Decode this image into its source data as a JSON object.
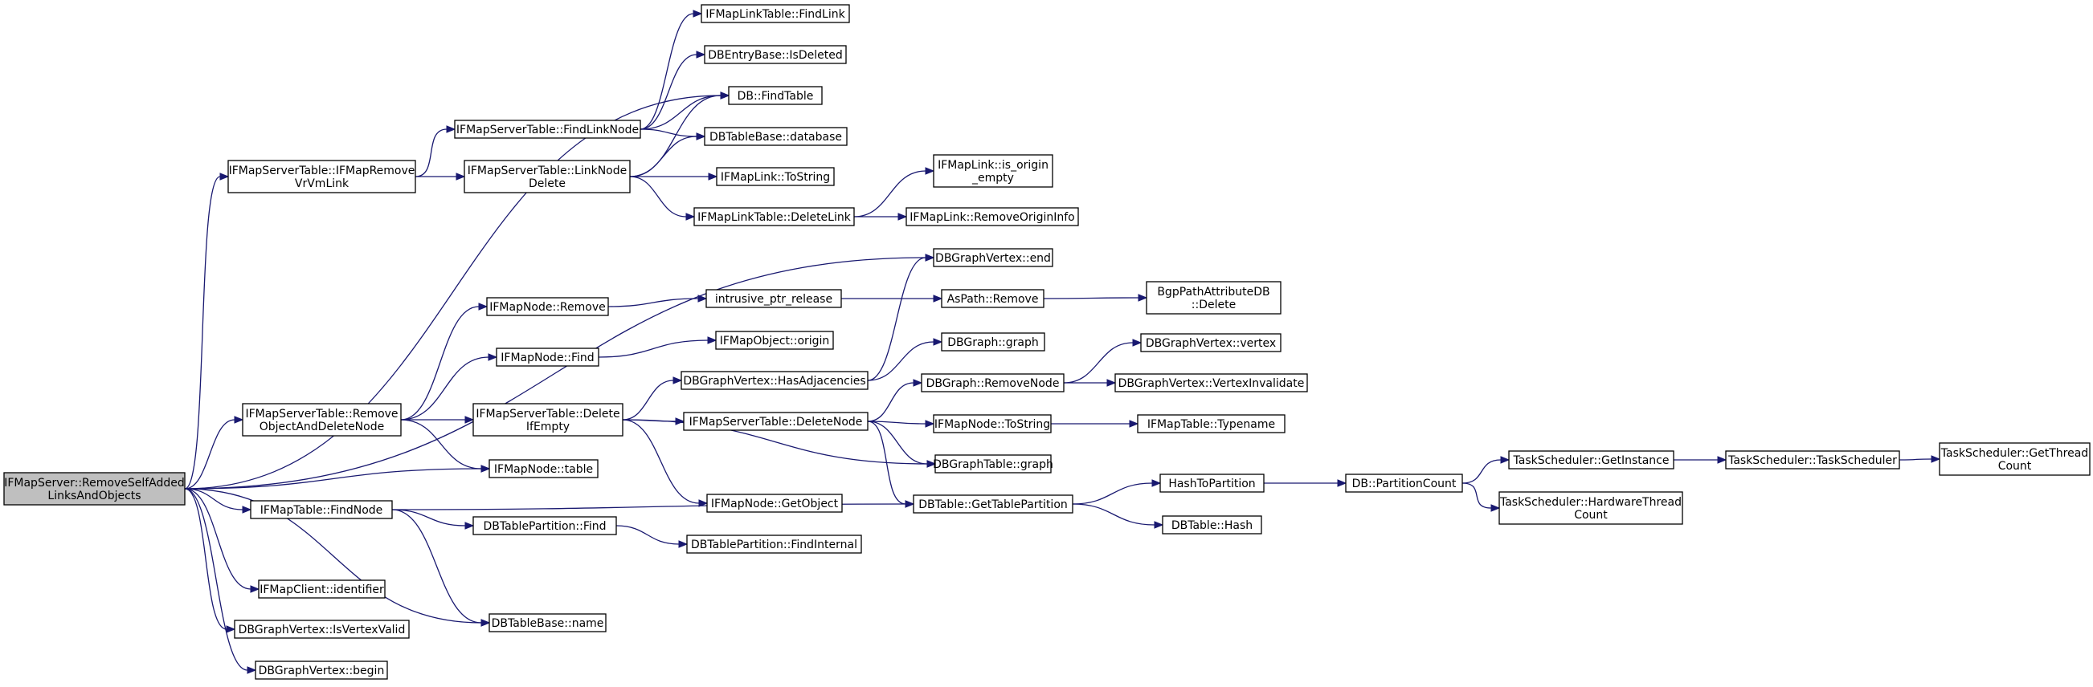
{
  "nodes": [
    {
      "id": "root",
      "lines": [
        "IFMapServer::RemoveSelfAdded",
        "LinksAndObjects"
      ],
      "root": true
    },
    {
      "id": "rvvl",
      "lines": [
        "IFMapServerTable::IFMapRemove",
        "VrVmLink"
      ]
    },
    {
      "id": "rod",
      "lines": [
        "IFMapServerTable::Remove",
        "ObjectAndDeleteNode"
      ]
    },
    {
      "id": "ntable",
      "lines": [
        "IFMapNode::table"
      ]
    },
    {
      "id": "mtfind",
      "lines": [
        "IFMapTable::FindNode"
      ]
    },
    {
      "id": "cid",
      "lines": [
        "IFMapClient::identifier"
      ]
    },
    {
      "id": "vvalid",
      "lines": [
        "DBGraphVertex::IsVertexValid"
      ]
    },
    {
      "id": "vbegin",
      "lines": [
        "DBGraphVertex::begin"
      ]
    },
    {
      "id": "fln",
      "lines": [
        "IFMapServerTable::FindLinkNode"
      ]
    },
    {
      "id": "lnd",
      "lines": [
        "IFMapServerTable::LinkNode",
        "Delete"
      ]
    },
    {
      "id": "nremove",
      "lines": [
        "IFMapNode::Remove"
      ]
    },
    {
      "id": "nfind",
      "lines": [
        "IFMapNode::Find"
      ]
    },
    {
      "id": "die",
      "lines": [
        "IFMapServerTable::Delete",
        "IfEmpty"
      ]
    },
    {
      "id": "tpfind",
      "lines": [
        "DBTablePartition::Find"
      ]
    },
    {
      "id": "tbname",
      "lines": [
        "DBTableBase::name"
      ]
    },
    {
      "id": "ltfind",
      "lines": [
        "IFMapLinkTable::FindLink"
      ]
    },
    {
      "id": "deleted",
      "lines": [
        "DBEntryBase::IsDeleted"
      ]
    },
    {
      "id": "dbfind",
      "lines": [
        "DB::FindTable"
      ]
    },
    {
      "id": "tbdb",
      "lines": [
        "DBTableBase::database"
      ]
    },
    {
      "id": "lts",
      "lines": [
        "IFMapLink::ToString"
      ]
    },
    {
      "id": "ltdel",
      "lines": [
        "IFMapLinkTable::DeleteLink"
      ]
    },
    {
      "id": "iprel",
      "lines": [
        "intrusive_ptr_release"
      ]
    },
    {
      "id": "origin",
      "lines": [
        "IFMapObject::origin"
      ]
    },
    {
      "id": "hasadj",
      "lines": [
        "DBGraphVertex::HasAdjacencies"
      ]
    },
    {
      "id": "sdn",
      "lines": [
        "IFMapServerTable::DeleteNode"
      ]
    },
    {
      "id": "getobj",
      "lines": [
        "IFMapNode::GetObject"
      ]
    },
    {
      "id": "gtp",
      "lines": [
        "DBTable::GetTablePartition"
      ]
    },
    {
      "id": "tpfi",
      "lines": [
        "DBTablePartition::FindInternal"
      ]
    },
    {
      "id": "isorig",
      "lines": [
        "IFMapLink::is_origin",
        "_empty"
      ]
    },
    {
      "id": "roi",
      "lines": [
        "IFMapLink::RemoveOriginInfo"
      ]
    },
    {
      "id": "vend",
      "lines": [
        "DBGraphVertex::end"
      ]
    },
    {
      "id": "aspath",
      "lines": [
        "AsPath::Remove"
      ]
    },
    {
      "id": "ggraph",
      "lines": [
        "DBGraph::graph"
      ]
    },
    {
      "id": "grn",
      "lines": [
        "DBGraph::RemoveNode"
      ]
    },
    {
      "id": "nts",
      "lines": [
        "IFMapNode::ToString"
      ]
    },
    {
      "id": "dgtgraph",
      "lines": [
        "DBGraphTable::graph"
      ]
    },
    {
      "id": "h2p",
      "lines": [
        "HashToPartition"
      ]
    },
    {
      "id": "thash",
      "lines": [
        "DBTable::Hash"
      ]
    },
    {
      "id": "bgpdel",
      "lines": [
        "BgpPathAttributeDB",
        "::Delete"
      ]
    },
    {
      "id": "vvertex",
      "lines": [
        "DBGraphVertex::vertex"
      ]
    },
    {
      "id": "vinval",
      "lines": [
        "DBGraphVertex::VertexInvalidate"
      ]
    },
    {
      "id": "typename",
      "lines": [
        "IFMapTable::Typename"
      ]
    },
    {
      "id": "pcount",
      "lines": [
        "DB::PartitionCount"
      ]
    },
    {
      "id": "getinst",
      "lines": [
        "TaskScheduler::GetInstance"
      ]
    },
    {
      "id": "hwtc",
      "lines": [
        "TaskScheduler::HardwareThread",
        "Count"
      ]
    },
    {
      "id": "ts",
      "lines": [
        "TaskScheduler::TaskScheduler"
      ]
    },
    {
      "id": "gtc",
      "lines": [
        "TaskScheduler::GetThread",
        "Count"
      ]
    }
  ],
  "edges": [
    [
      "root",
      "dbfind"
    ],
    [
      "root",
      "rvvl"
    ],
    [
      "root",
      "vend"
    ],
    [
      "root",
      "rod"
    ],
    [
      "root",
      "ntable"
    ],
    [
      "root",
      "mtfind"
    ],
    [
      "root",
      "tbname"
    ],
    [
      "root",
      "cid"
    ],
    [
      "root",
      "vvalid"
    ],
    [
      "root",
      "vbegin"
    ],
    [
      "rvvl",
      "fln"
    ],
    [
      "rvvl",
      "lnd"
    ],
    [
      "fln",
      "ltfind"
    ],
    [
      "fln",
      "deleted"
    ],
    [
      "fln",
      "dbfind"
    ],
    [
      "fln",
      "tbdb"
    ],
    [
      "lnd",
      "dbfind"
    ],
    [
      "lnd",
      "tbdb"
    ],
    [
      "lnd",
      "lts"
    ],
    [
      "lnd",
      "ltdel"
    ],
    [
      "ltdel",
      "isorig"
    ],
    [
      "ltdel",
      "roi"
    ],
    [
      "rod",
      "nremove"
    ],
    [
      "rod",
      "nfind"
    ],
    [
      "rod",
      "die"
    ],
    [
      "rod",
      "ntable"
    ],
    [
      "nremove",
      "iprel"
    ],
    [
      "iprel",
      "aspath"
    ],
    [
      "aspath",
      "bgpdel"
    ],
    [
      "nfind",
      "origin"
    ],
    [
      "die",
      "hasadj"
    ],
    [
      "die",
      "sdn"
    ],
    [
      "die",
      "dgtgraph"
    ],
    [
      "die",
      "getobj"
    ],
    [
      "hasadj",
      "vend"
    ],
    [
      "hasadj",
      "ggraph"
    ],
    [
      "sdn",
      "grn"
    ],
    [
      "sdn",
      "nts"
    ],
    [
      "sdn",
      "dgtgraph"
    ],
    [
      "sdn",
      "gtp"
    ],
    [
      "grn",
      "vvertex"
    ],
    [
      "grn",
      "vinval"
    ],
    [
      "nts",
      "typename"
    ],
    [
      "mtfind",
      "tpfind"
    ],
    [
      "mtfind",
      "gtp"
    ],
    [
      "mtfind",
      "tbname"
    ],
    [
      "tpfind",
      "tpfi"
    ],
    [
      "gtp",
      "h2p"
    ],
    [
      "gtp",
      "thash"
    ],
    [
      "h2p",
      "pcount"
    ],
    [
      "pcount",
      "getinst"
    ],
    [
      "pcount",
      "hwtc"
    ],
    [
      "getinst",
      "ts"
    ],
    [
      "ts",
      "gtc"
    ]
  ]
}
